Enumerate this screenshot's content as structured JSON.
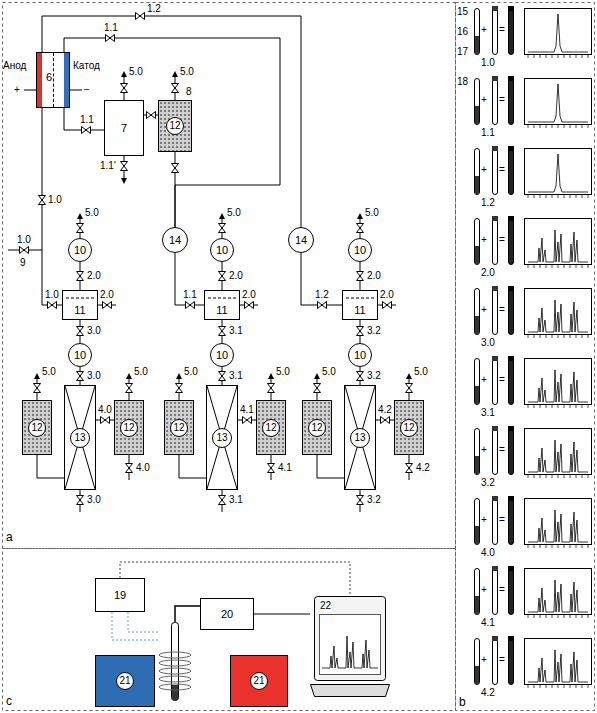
{
  "diagram": {
    "nodes": [
      {
        "text": [
          "6"
        ]
      },
      {
        "text": [
          "7"
        ]
      },
      {
        "text": [
          "12"
        ]
      },
      {
        "text": [
          "10"
        ]
      },
      {
        "text": [
          "14"
        ]
      },
      {
        "text": [
          "10"
        ]
      },
      {
        "text": [
          "14"
        ]
      },
      {
        "text": [
          "10"
        ]
      },
      {
        "text": [
          "11"
        ]
      },
      {
        "text": [
          "11"
        ]
      },
      {
        "text": [
          "11"
        ]
      },
      {
        "text": [
          "10"
        ]
      },
      {
        "text": [
          "10"
        ]
      },
      {
        "text": [
          "10"
        ]
      },
      {
        "text": [
          "12"
        ]
      },
      {
        "text": [
          "13"
        ]
      },
      {
        "text": [
          "12"
        ]
      },
      {
        "text": [
          "12"
        ]
      },
      {
        "text": [
          "13"
        ]
      },
      {
        "text": [
          "12"
        ]
      },
      {
        "text": [
          "12"
        ]
      },
      {
        "text": [
          "13"
        ]
      },
      {
        "text": [
          "12"
        ]
      },
      {
        "text": [
          "19"
        ]
      },
      {
        "text": [
          "20"
        ]
      },
      {
        "text": [
          "21"
        ]
      },
      {
        "text": [
          "21"
        ]
      },
      {
        "text": [
          "22"
        ]
      }
    ],
    "edges": [
      {
        "from": 0,
        "to": 8,
        "arrow": "none"
      },
      {
        "from": 0,
        "to": 1,
        "arrow": "none"
      },
      {
        "from": 1,
        "to": 2,
        "arrow": "none"
      },
      {
        "from": 0,
        "to": 4,
        "arrow": "none"
      },
      {
        "from": 2,
        "to": 4,
        "arrow": "none"
      },
      {
        "from": 0,
        "to": 6,
        "arrow": "none"
      },
      {
        "from": 4,
        "to": 9,
        "arrow": "none"
      },
      {
        "from": 6,
        "to": 10,
        "arrow": "none"
      },
      {
        "from": 3,
        "to": 8,
        "arrow": "none"
      },
      {
        "from": 5,
        "to": 9,
        "arrow": "none"
      },
      {
        "from": 7,
        "to": 10,
        "arrow": "none"
      },
      {
        "from": 8,
        "to": 11,
        "arrow": "none"
      },
      {
        "from": 9,
        "to": 12,
        "arrow": "none"
      },
      {
        "from": 10,
        "to": 13,
        "arrow": "none"
      },
      {
        "from": 11,
        "to": 15,
        "arrow": "none"
      },
      {
        "from": 12,
        "to": 18,
        "arrow": "none"
      },
      {
        "from": 13,
        "to": 21,
        "arrow": "none"
      },
      {
        "from": 14,
        "to": 15,
        "arrow": "none"
      },
      {
        "from": 16,
        "to": 15,
        "arrow": "none"
      },
      {
        "from": 17,
        "to": 18,
        "arrow": "none"
      },
      {
        "from": 19,
        "to": 18,
        "arrow": "none"
      },
      {
        "from": 20,
        "to": 21,
        "arrow": "none"
      },
      {
        "from": 22,
        "to": 21,
        "arrow": "none"
      },
      {
        "from": 23,
        "to": 27,
        "arrow": "none"
      },
      {
        "from": 24,
        "to": 27,
        "arrow": "none"
      }
    ],
    "labels": [
      "a",
      "Анод",
      "Катод",
      "+",
      "−",
      "1.2",
      "1.1",
      "1.0",
      "9",
      "1.0",
      "1.1",
      "5.0",
      "1.1'",
      "8",
      "5.0",
      "5.0",
      "2.0",
      "1.0",
      "2.0",
      "3.0",
      "3.0",
      "5.0",
      "4.0",
      "5.0",
      "4.0",
      "3.0",
      "5.0",
      "2.0",
      "1.1",
      "2.0",
      "3.1",
      "3.1",
      "5.0",
      "4.1",
      "5.0",
      "4.1",
      "3.1",
      "5.0",
      "2.0",
      "1.2",
      "2.0",
      "3.2",
      "3.2",
      "5.0",
      "4.2",
      "5.0",
      "4.2",
      "3.2",
      "c",
      "b",
      "15",
      "16",
      "17",
      "18",
      "+",
      "=",
      "1.0",
      "+",
      "=",
      "1.1",
      "+",
      "=",
      "1.2",
      "+",
      "=",
      "2.0",
      "+",
      "=",
      "3.0",
      "+",
      "=",
      "3.1",
      "+",
      "=",
      "3.2",
      "+",
      "=",
      "4.0",
      "+",
      "=",
      "4.1",
      "+",
      "=",
      "4.2"
    ]
  }
}
